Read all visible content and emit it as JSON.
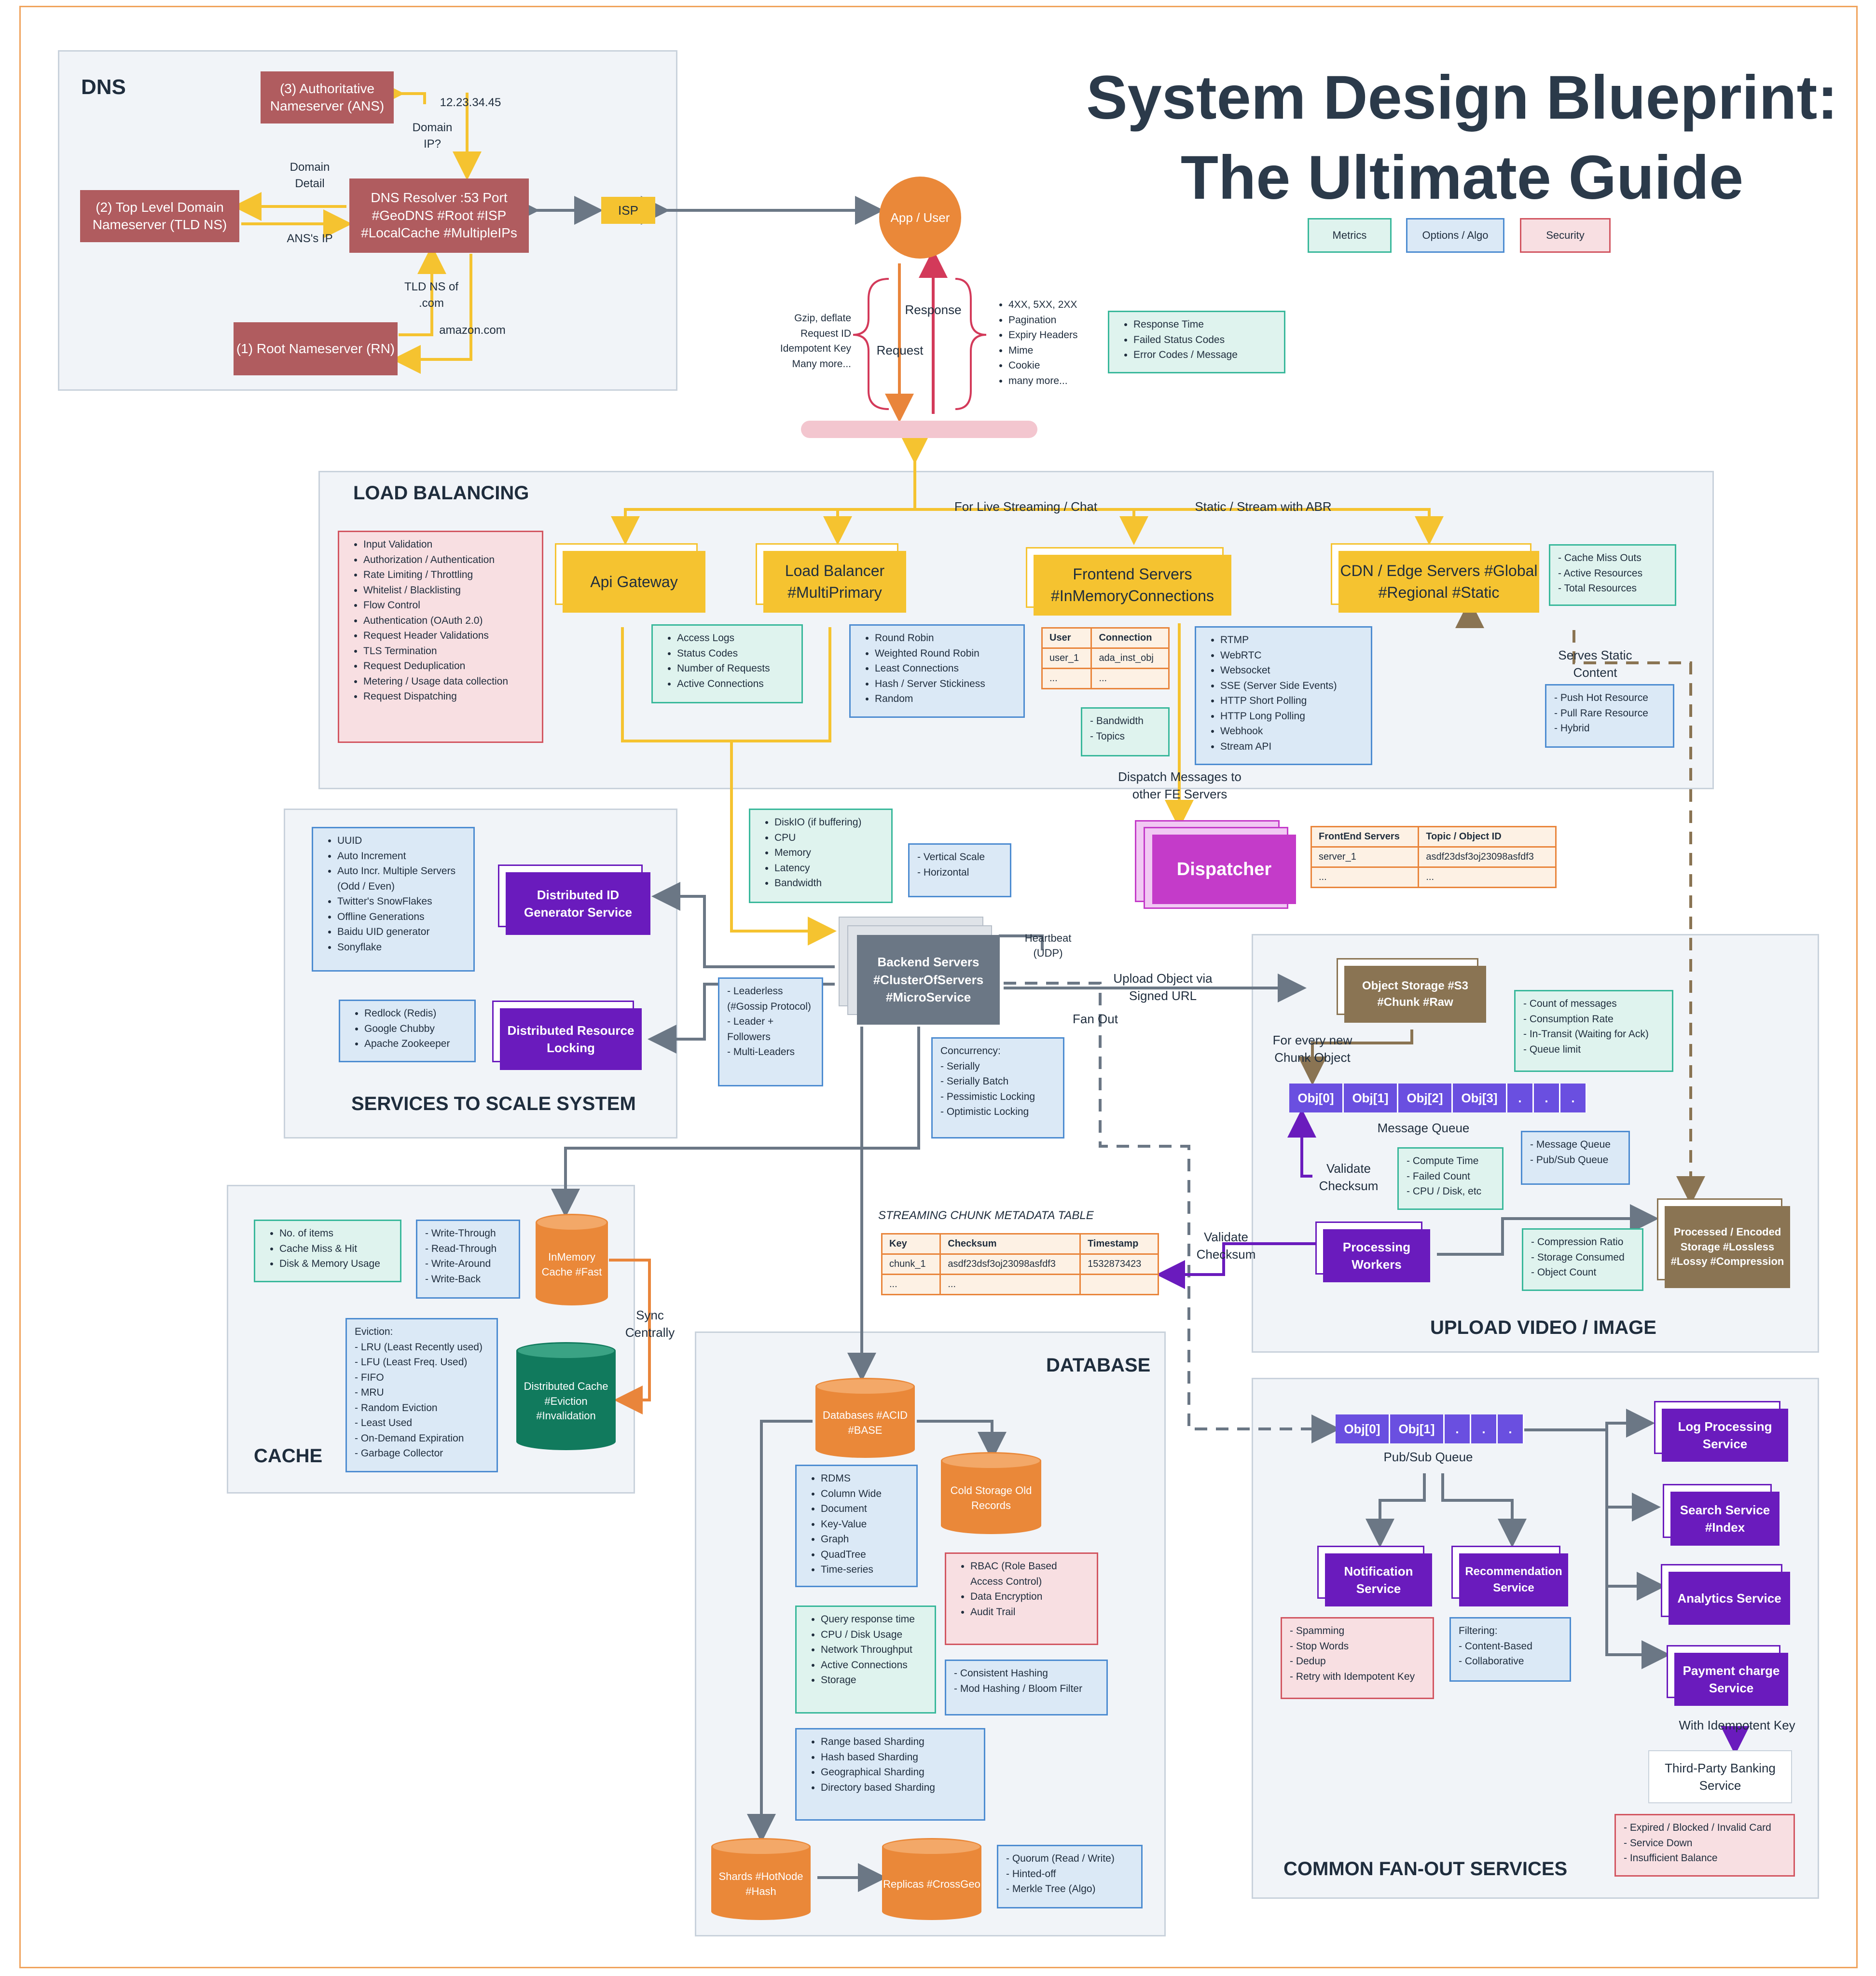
{
  "title": {
    "line1": "System Design Blueprint:",
    "line2": "The Ultimate Guide"
  },
  "legend": {
    "metrics": "Metrics",
    "options": "Options / Algo",
    "security": "Security"
  },
  "dns": {
    "title": "DNS",
    "ans": "(3) Authoritative Nameserver (ANS)",
    "tld": "(2) Top Level Domain Nameserver (TLD NS)",
    "root": "(1) Root Nameserver (RN)",
    "resolver": "DNS Resolver :53 Port #GeoDNS #Root #ISP #LocalCache #MultipleIPs",
    "isp": "ISP",
    "ip": "12.23.34.45",
    "domain_ip": "Domain IP?",
    "domain_detail": "Domain Detail",
    "ans_ip": "ANS's IP",
    "tld_ns": "TLD NS of .com",
    "amazon": "amazon.com"
  },
  "app": {
    "user": "App / User",
    "response": "Response",
    "request": "Request",
    "req_items": [
      "Gzip, deflate",
      "Request ID",
      "Idempotent Key",
      "Many more..."
    ],
    "resp_items": [
      "4XX, 5XX, 2XX",
      "Pagination",
      "Expiry Headers",
      "Mime",
      "Cookie",
      "many more..."
    ],
    "metrics": [
      "Response Time",
      "Failed Status Codes",
      "Error Codes / Message"
    ]
  },
  "lb": {
    "title": "LOAD BALANCING",
    "security": [
      "Input Validation",
      "Authorization / Authentication",
      "Rate Limiting / Throttling",
      "Whitelist / Blacklisting",
      "Flow Control",
      "Authentication (OAuth 2.0)",
      "Request Header Validations",
      "TLS Termination",
      "Request Deduplication",
      "Metering / Usage data collection",
      "Request Dispatching"
    ],
    "api": "Api Gateway",
    "lb": "Load Balancer #MultiPrimary",
    "fe": "Frontend Servers #InMemoryConnections",
    "cdn": "CDN / Edge Servers #Global #Regional #Static",
    "live": "For Live Streaming / Chat",
    "static": "Static / Stream with ABR",
    "api_metrics": [
      "Access Logs",
      "Status Codes",
      "Number of Requests",
      "Active Connections"
    ],
    "lb_algos": [
      "Round Robin",
      "Weighted Round Robin",
      "Least Connections",
      "Hash / Server Stickiness",
      "Random"
    ],
    "conn_table": {
      "headers": [
        "User",
        "Connection"
      ],
      "rows": [
        [
          "user_1",
          "ada_inst_obj"
        ],
        [
          "...",
          "..."
        ]
      ]
    },
    "fe_metrics": [
      "- Bandwidth",
      "- Topics"
    ],
    "protocols": [
      "RTMP",
      "WebRTC",
      "Websocket",
      "SSE (Server Side Events)",
      "HTTP Short Polling",
      "HTTP Long Polling",
      "Webhook",
      "Stream API"
    ],
    "cdn_metrics": [
      "- Cache Miss Outs",
      "- Active Resources",
      "- Total Resources"
    ],
    "serves": "Serves Static Content",
    "cdn_options": [
      "- Push Hot Resource",
      "- Pull Rare Resource",
      "- Hybrid"
    ]
  },
  "dispatch": {
    "label": "Dispatch Messages to other FE Servers",
    "dispatcher": "Dispatcher",
    "table": {
      "headers": [
        "FrontEnd Servers",
        "Topic / Object ID"
      ],
      "rows": [
        [
          "server_1",
          "asdf23dsf3oj23098asfdf3"
        ],
        [
          "...",
          "..."
        ]
      ]
    }
  },
  "backend": {
    "box": "Backend Servers #ClusterOfServers #MicroService",
    "metrics": [
      "DiskIO (if buffering)",
      "CPU",
      "Memory",
      "Latency",
      "Bandwidth"
    ],
    "scale": [
      "- Vertical Scale",
      "- Horizontal"
    ],
    "heartbeat": "Heartbeat (UDP)",
    "leaders": [
      "- Leaderless (#Gossip Protocol)",
      "- Leader + Followers",
      "- Multi-Leaders"
    ],
    "concurrency": [
      "Concurrency:",
      "- Serially",
      "- Serially Batch",
      "- Pessimistic Locking",
      "- Optimistic Locking"
    ],
    "upload": "Upload Object via Signed URL",
    "fanout": "Fan Out"
  },
  "scale": {
    "title": "SERVICES TO SCALE SYSTEM",
    "id_options": [
      "UUID",
      "Auto Increment",
      "Auto Incr. Multiple Servers (Odd / Even)",
      "Twitter's SnowFlakes",
      "Offline Generations",
      "Baidu UID generator",
      "Sonyflake"
    ],
    "idgen": "Distributed ID Generator Service",
    "lock_options": [
      "Redlock (Redis)",
      "Google Chubby",
      "Apache Zookeeper"
    ],
    "lock": "Distributed Resource Locking"
  },
  "cache": {
    "title": "CACHE",
    "metrics": [
      "No. of items",
      "Cache Miss & Hit",
      "Disk & Memory Usage"
    ],
    "writes": [
      "- Write-Through",
      "- Read-Through",
      "- Write-Around",
      "- Write-Back"
    ],
    "inmem": "InMemory Cache #Fast",
    "eviction": [
      "Eviction:",
      "- LRU (Least Recently used)",
      "- LFU (Least Freq. Used)",
      "- FIFO",
      "- MRU",
      "- Random Eviction",
      "- Least Used",
      "- On-Demand Expiration",
      "- Garbage Collector"
    ],
    "dist": "Distributed Cache #Eviction #Invalidation",
    "sync": "Sync Centrally"
  },
  "chunk": {
    "title": "STREAMING CHUNK METADATA TABLE",
    "headers": [
      "Key",
      "Checksum",
      "Timestamp"
    ],
    "rows": [
      [
        "chunk_1",
        "asdf23dsf3oj23098asfdf3",
        "1532873423"
      ],
      [
        "...",
        "...",
        ""
      ]
    ]
  },
  "db": {
    "title": "DATABASE",
    "main": "Databases #ACID #BASE",
    "cold": "Cold Storage Old Records",
    "types": [
      "RDMS",
      "Column Wide",
      "Document",
      "Key-Value",
      "Graph",
      "QuadTree",
      "Time-series"
    ],
    "security": [
      "RBAC (Role Based Access Control)",
      "Data Encryption",
      "Audit Trail"
    ],
    "metrics": [
      "Query response time",
      "CPU / Disk Usage",
      "Network Throughput",
      "Active Connections",
      "Storage"
    ],
    "hashing": [
      "- Consistent Hashing",
      "- Mod Hashing / Bloom Filter"
    ],
    "sharding": [
      "Range based Sharding",
      "Hash based Sharding",
      "Geographical Sharding",
      "Directory based Sharding"
    ],
    "shards": "Shards #HotNode #Hash",
    "replicas": "Replicas #CrossGeo",
    "quorum": [
      "- Quorum (Read / Write)",
      "- Hinted-off",
      "- Merkle Tree (Algo)"
    ]
  },
  "upload": {
    "title": "UPLOAD VIDEO / IMAGE",
    "storage": "Object Storage #S3 #Chunk #Raw",
    "every": "For every new Chunk Object",
    "queue": [
      "Obj[0]",
      "Obj[1]",
      "Obj[2]",
      "Obj[3]",
      ".",
      ".",
      "."
    ],
    "mq": "Message Queue",
    "mq_metrics": [
      "- Count of messages",
      "- Consumption Rate",
      "- In-Transit (Waiting for Ack)",
      "- Queue limit"
    ],
    "validate": "Validate Checksum",
    "validate2": "Validate Checksum",
    "workers": "Processing Workers",
    "worker_metrics": [
      "- Compute Time",
      "- Failed Count",
      "- CPU / Disk, etc"
    ],
    "mq_options": [
      "- Message Queue",
      "- Pub/Sub Queue"
    ],
    "compression": [
      "- Compression Ratio",
      "- Storage Consumed",
      "- Object Count"
    ],
    "processed": "Processed / Encoded Storage #Lossless #Lossy #Compression"
  },
  "fanout": {
    "title": "COMMON FAN-OUT SERVICES",
    "queue": [
      "Obj[0]",
      "Obj[1]",
      ".",
      ".",
      "."
    ],
    "pubsub": "Pub/Sub Queue",
    "notification": "Notification Service",
    "recommendation": "Recommendation Service",
    "notif_opts": [
      "- Spamming",
      "- Stop Words",
      "- Dedup",
      "- Retry with Idempotent Key"
    ],
    "filtering": [
      "Filtering:",
      "- Content-Based",
      "- Collaborative"
    ],
    "log": "Log Processing Service",
    "search": "Search Service #Index",
    "analytics": "Analytics Service",
    "payment": "Payment charge Service",
    "idem": "With Idempotent Key",
    "bank": "Third-Party Banking Service",
    "bank_fail": [
      "- Expired / Blocked / Invalid Card",
      "- Service Down",
      "- Insufficient Balance"
    ]
  }
}
